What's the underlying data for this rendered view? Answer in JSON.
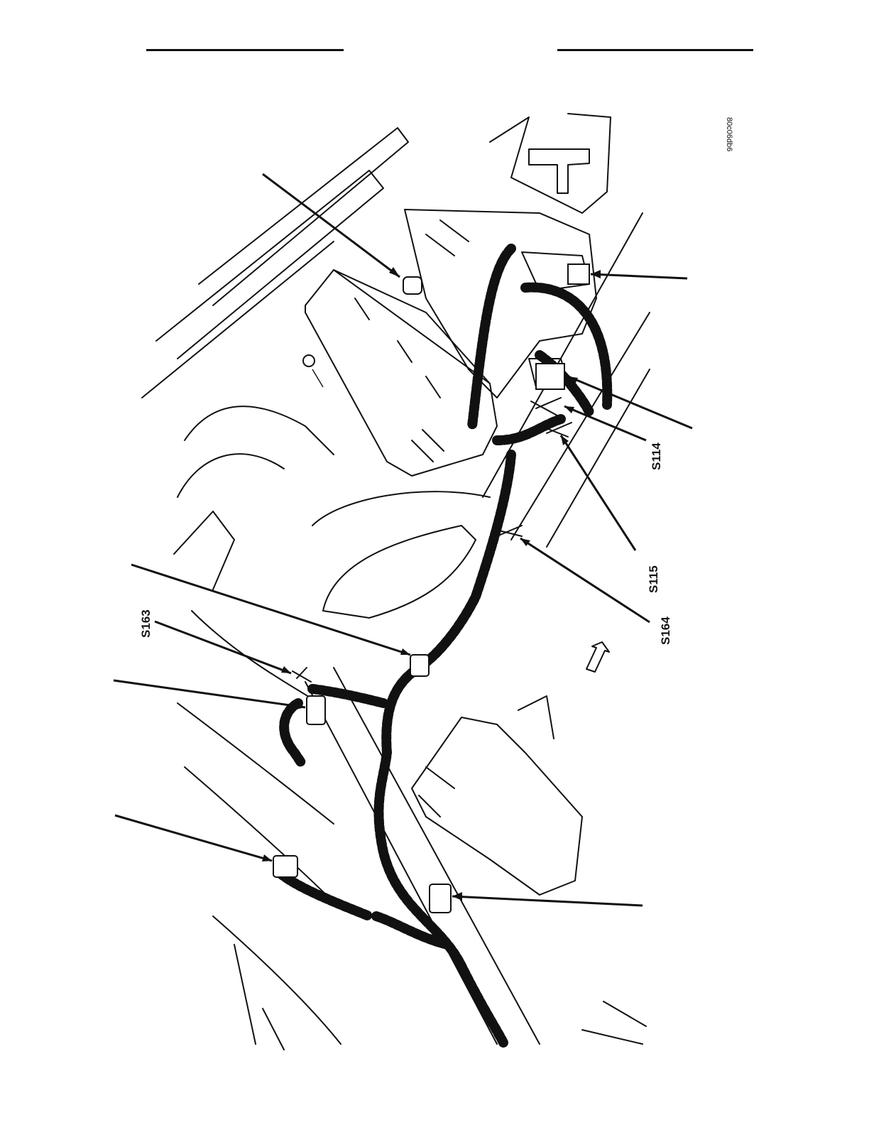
{
  "figure_id": "80c06db6",
  "callouts": {
    "s114": "S114",
    "s115": "S115",
    "s164": "S164",
    "s163": "S163"
  },
  "colors": {
    "ink": "#111111",
    "paper": "#ffffff"
  }
}
